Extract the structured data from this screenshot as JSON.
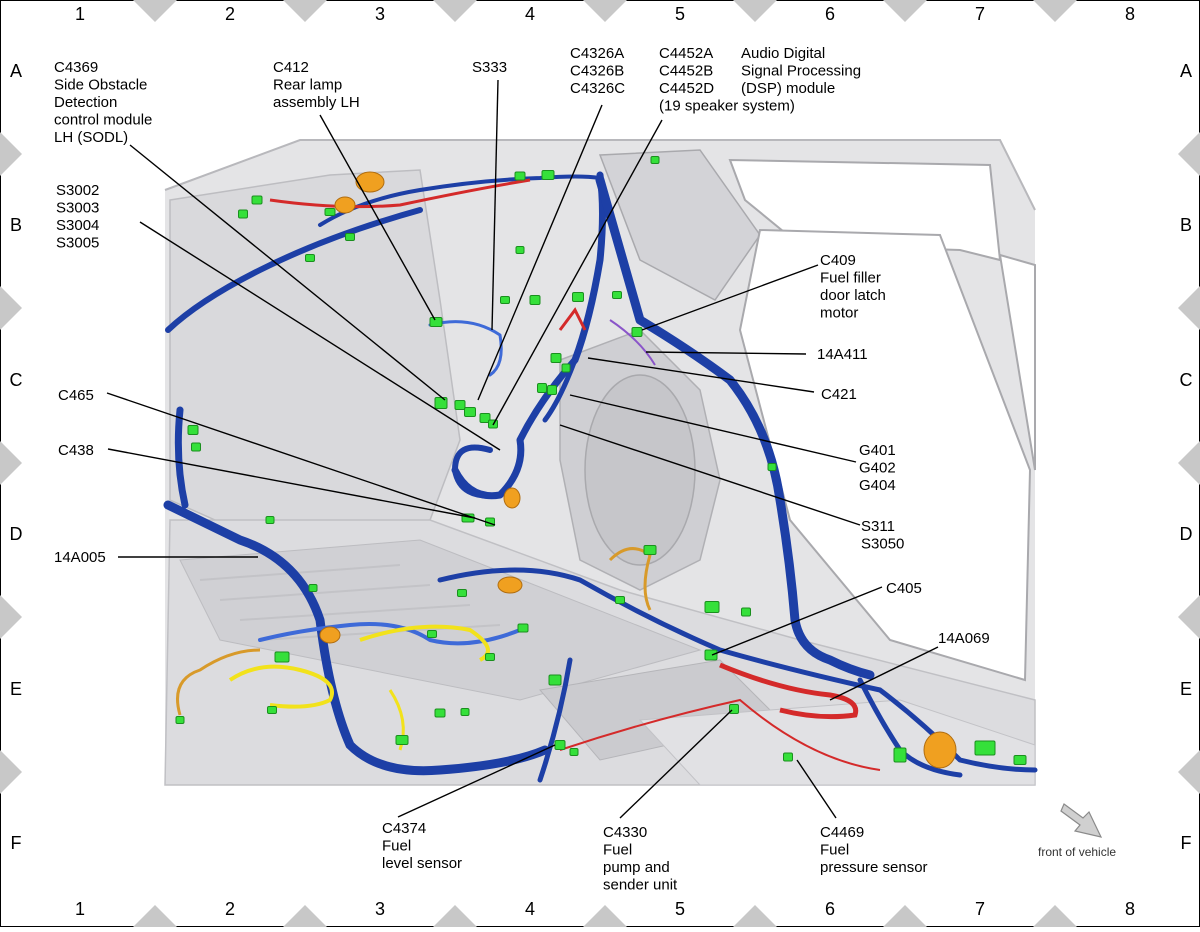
{
  "grid": {
    "columns": [
      "1",
      "2",
      "3",
      "4",
      "5",
      "6",
      "7",
      "8"
    ],
    "rows": [
      "A",
      "B",
      "C",
      "D",
      "E",
      "F"
    ]
  },
  "labels": {
    "c4369": [
      "C4369",
      "Side Obstacle",
      "Detection",
      "control module",
      "LH (SODL)"
    ],
    "c412": [
      "C412",
      "Rear lamp",
      "assembly LH"
    ],
    "s333": [
      "S333"
    ],
    "c4326": [
      "C4326A",
      "C4326B",
      "C4326C"
    ],
    "c4452": [
      "C4452A",
      "C4452B",
      "C4452D",
      "(19 speaker system)"
    ],
    "dsp": [
      "Audio Digital",
      "Signal Processing",
      "(DSP) module"
    ],
    "s300x": [
      "S3002",
      "S3003",
      "S3004",
      "S3005"
    ],
    "c409": [
      "C409",
      "Fuel filler",
      "door latch",
      "motor"
    ],
    "h14a411": [
      "14A411"
    ],
    "c421": [
      "C421"
    ],
    "c465": [
      "C465"
    ],
    "g40x": [
      "G401",
      "G402",
      "G404"
    ],
    "c438": [
      "C438"
    ],
    "s311": [
      "S311",
      "S3050"
    ],
    "h14a005": [
      "14A005"
    ],
    "c405": [
      "C405"
    ],
    "h14a069": [
      "14A069"
    ],
    "c4374": [
      "C4374",
      "Fuel",
      "level sensor"
    ],
    "c4330": [
      "C4330",
      "Fuel",
      "pump and",
      "sender unit"
    ],
    "c4469": [
      "C4469",
      "Fuel",
      "pressure sensor"
    ],
    "front": [
      "front of vehicle"
    ]
  },
  "colors": {
    "harness_main": "#1d3fa6",
    "harness_light": "#3e6ad8",
    "connector": "#35e03a",
    "wire_red": "#d42a2a",
    "wire_yellow": "#f2e21b",
    "wire_orange": "#d89a2a",
    "body_shell": "#e4e4e6",
    "grid_triangle": "#c8c8c8"
  }
}
